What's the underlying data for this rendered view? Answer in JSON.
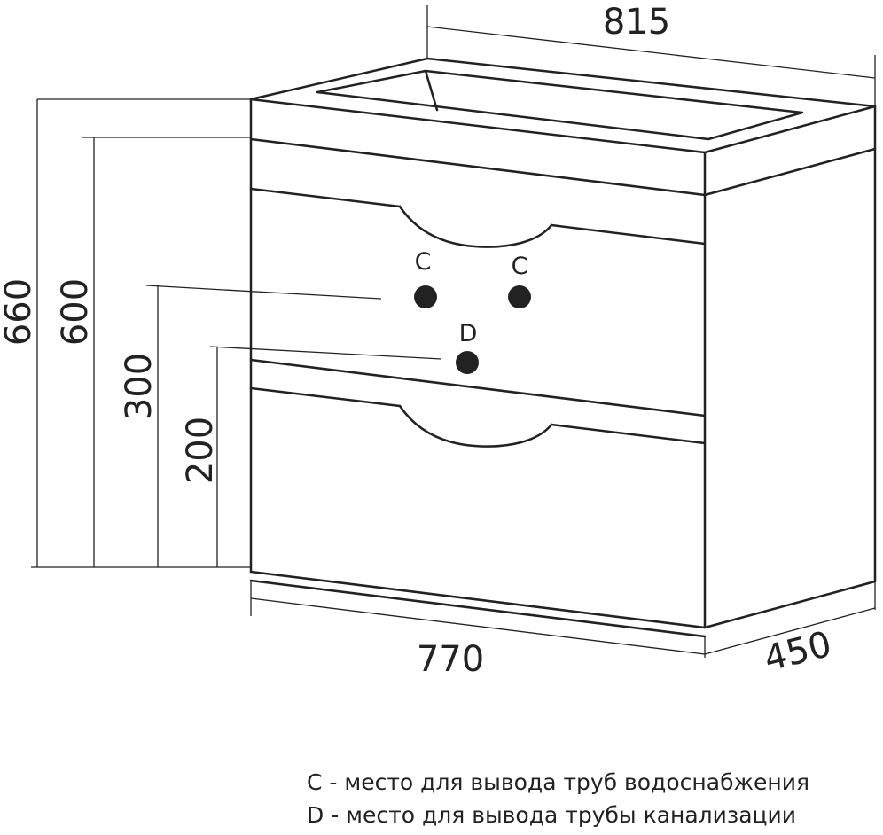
{
  "dimensions": {
    "top_width": "815",
    "bottom_width": "770",
    "depth": "450",
    "total_height": "660",
    "cabinet_height": "600",
    "c_height": "300",
    "d_height": "200"
  },
  "markers": {
    "c_left": "C",
    "c_right": "C",
    "d": "D"
  },
  "legend": {
    "c": "C - место для вывода труб водоснабжения",
    "d": "D - место для вывода трубы канализации"
  },
  "colors": {
    "line": "#222222",
    "background": "#ffffff"
  }
}
